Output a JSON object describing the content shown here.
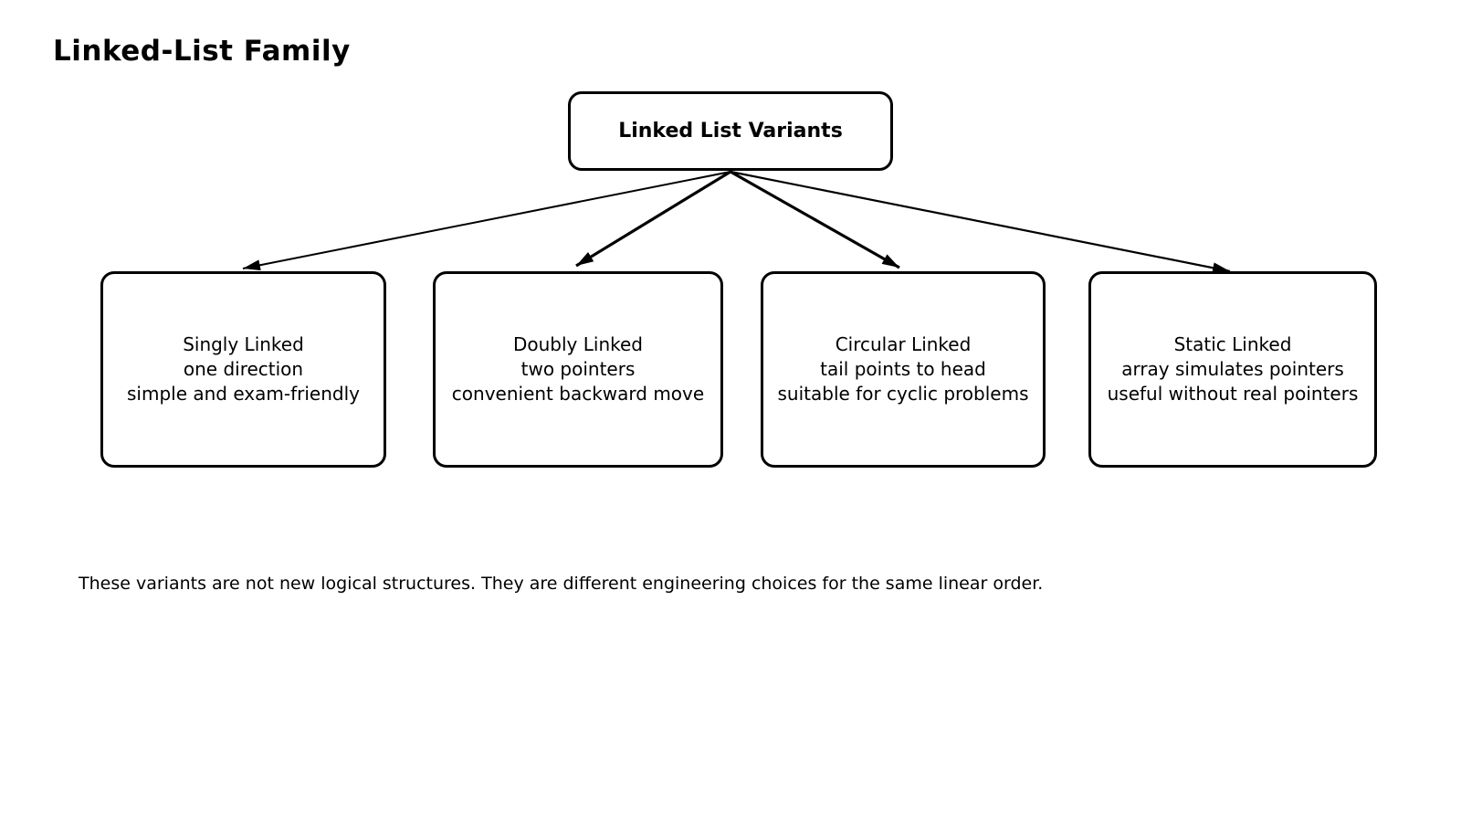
{
  "page": {
    "title": "Linked-List Family",
    "footnote": "These variants are not new logical structures. They are different engineering choices for the same linear order."
  },
  "diagram": {
    "root": {
      "label": "Linked List Variants"
    },
    "children": [
      {
        "title": "Singly Linked",
        "desc1": "one direction",
        "desc2": "simple and exam-friendly"
      },
      {
        "title": "Doubly Linked",
        "desc1": "two pointers",
        "desc2": "convenient backward move"
      },
      {
        "title": "Circular Linked",
        "desc1": "tail points to head",
        "desc2": "suitable for cyclic problems"
      },
      {
        "title": "Static Linked",
        "desc1": "array simulates pointers",
        "desc2": "useful without real pointers"
      }
    ],
    "edges": [
      {
        "from": "Linked List Variants",
        "to": "Singly Linked"
      },
      {
        "from": "Linked List Variants",
        "to": "Doubly Linked"
      },
      {
        "from": "Linked List Variants",
        "to": "Circular Linked"
      },
      {
        "from": "Linked List Variants",
        "to": "Static Linked"
      }
    ],
    "colors": {
      "stroke": "#000000",
      "background": "#ffffff"
    }
  }
}
